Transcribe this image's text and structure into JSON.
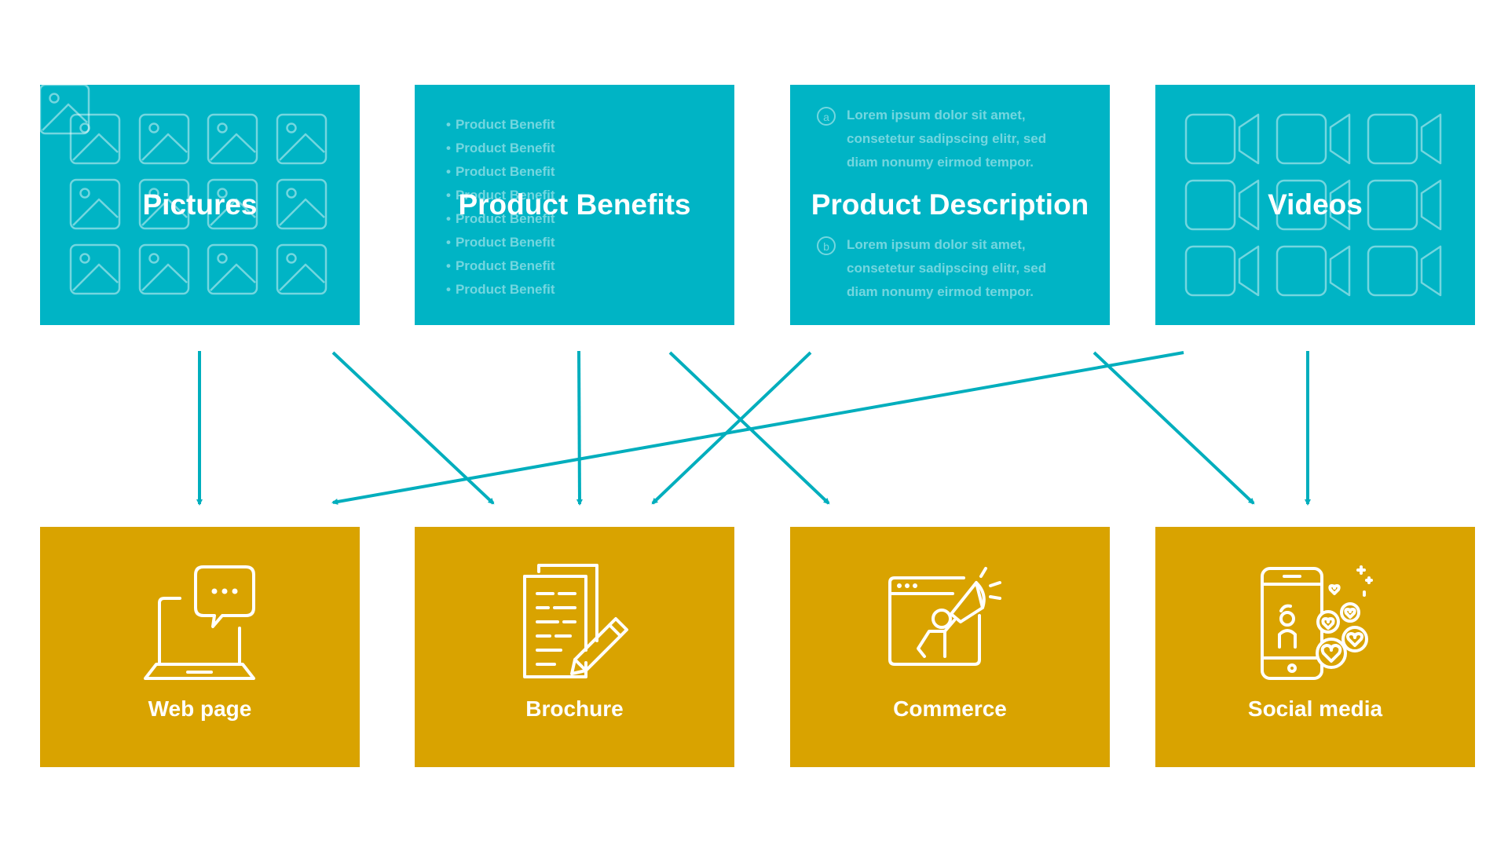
{
  "colors": {
    "source_box": "#00b4c5",
    "target_box": "#d9a300",
    "arrow": "#00aebd",
    "text": "#ffffff"
  },
  "sources": [
    {
      "id": "pictures",
      "title": "Pictures",
      "background": "image-placeholder-grid-icon"
    },
    {
      "id": "product-benefits",
      "title": "Product Benefits",
      "items": [
        "Product Benefit",
        "Product Benefit",
        "Product Benefit",
        "Product Benefit",
        "Product Benefit",
        "Product Benefit",
        "Product Benefit",
        "Product Benefit"
      ]
    },
    {
      "id": "product-description",
      "title": "Product Description",
      "paragraphs": [
        {
          "letter": "a",
          "text": "Lorem ipsum dolor sit amet, consetetur sadipscing elitr, sed diam nonumy eirmod tempor."
        },
        {
          "letter": "b",
          "text": "Lorem ipsum dolor sit amet, consetetur sadipscing elitr, sed diam nonumy eirmod tempor."
        }
      ]
    },
    {
      "id": "videos",
      "title": "Videos",
      "background": "video-camera-grid-icon"
    }
  ],
  "targets": [
    {
      "id": "web-page",
      "label": "Web page",
      "icon": "laptop-chat-icon"
    },
    {
      "id": "brochure",
      "label": "Brochure",
      "icon": "document-pencil-icon"
    },
    {
      "id": "commerce",
      "label": "Commerce",
      "icon": "browser-megaphone-icon"
    },
    {
      "id": "social-media",
      "label": "Social media",
      "icon": "smartphone-hearts-icon"
    }
  ],
  "connections": [
    {
      "from": "pictures",
      "to": "web-page"
    },
    {
      "from": "pictures",
      "to": "brochure"
    },
    {
      "from": "product-benefits",
      "to": "brochure"
    },
    {
      "from": "product-benefits",
      "to": "commerce"
    },
    {
      "from": "product-description",
      "to": "brochure"
    },
    {
      "from": "product-description",
      "to": "social-media"
    },
    {
      "from": "videos",
      "to": "web-page"
    },
    {
      "from": "videos",
      "to": "social-media"
    }
  ]
}
